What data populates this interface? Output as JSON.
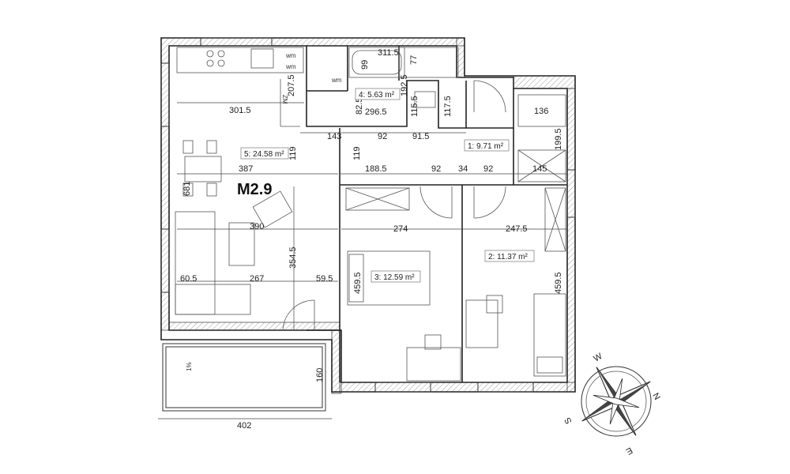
{
  "unit_label": "M2.9",
  "rooms": [
    {
      "id": "r1",
      "label": "1: 9.71 m²"
    },
    {
      "id": "r2",
      "label": "2: 11.37 m²"
    },
    {
      "id": "r3",
      "label": "3: 12.59 m²"
    },
    {
      "id": "r4",
      "label": "4: 5.63 m²"
    },
    {
      "id": "r5",
      "label": "5: 24.58 m²"
    }
  ],
  "dimensions": {
    "d311_5": "311.5",
    "d99": "99",
    "d77": "77",
    "d207_5": "207.5",
    "d192_5": "192.5",
    "d82_5": "82.5",
    "d296_5": "296.5",
    "d115_5": "115.5",
    "d117_5": "117.5",
    "d301_5": "301.5",
    "d136": "136",
    "d143": "143",
    "d92a": "92",
    "d91_5": "91.5",
    "d199_5": "199.5",
    "d119a": "119",
    "d119b": "119",
    "d387": "387",
    "d188_5": "188.5",
    "d92b": "92",
    "d34": "34",
    "d92c": "92",
    "d145": "145",
    "d681": "681",
    "d390": "390",
    "d274": "274",
    "d247_5": "247.5",
    "d354_5": "354.5",
    "d459_5a": "459.5",
    "d459_5b": "459.5",
    "d60_5": "60.5",
    "d267": "267",
    "d59_5": "59.5",
    "d160": "160",
    "d402": "402"
  },
  "markers": {
    "wm1": "wm",
    "wm2": "wm",
    "wm3": "wm",
    "zm": "ZM",
    "slope": "1%"
  },
  "compass": {
    "n": "N",
    "e": "E",
    "s": "S",
    "w": "W"
  }
}
